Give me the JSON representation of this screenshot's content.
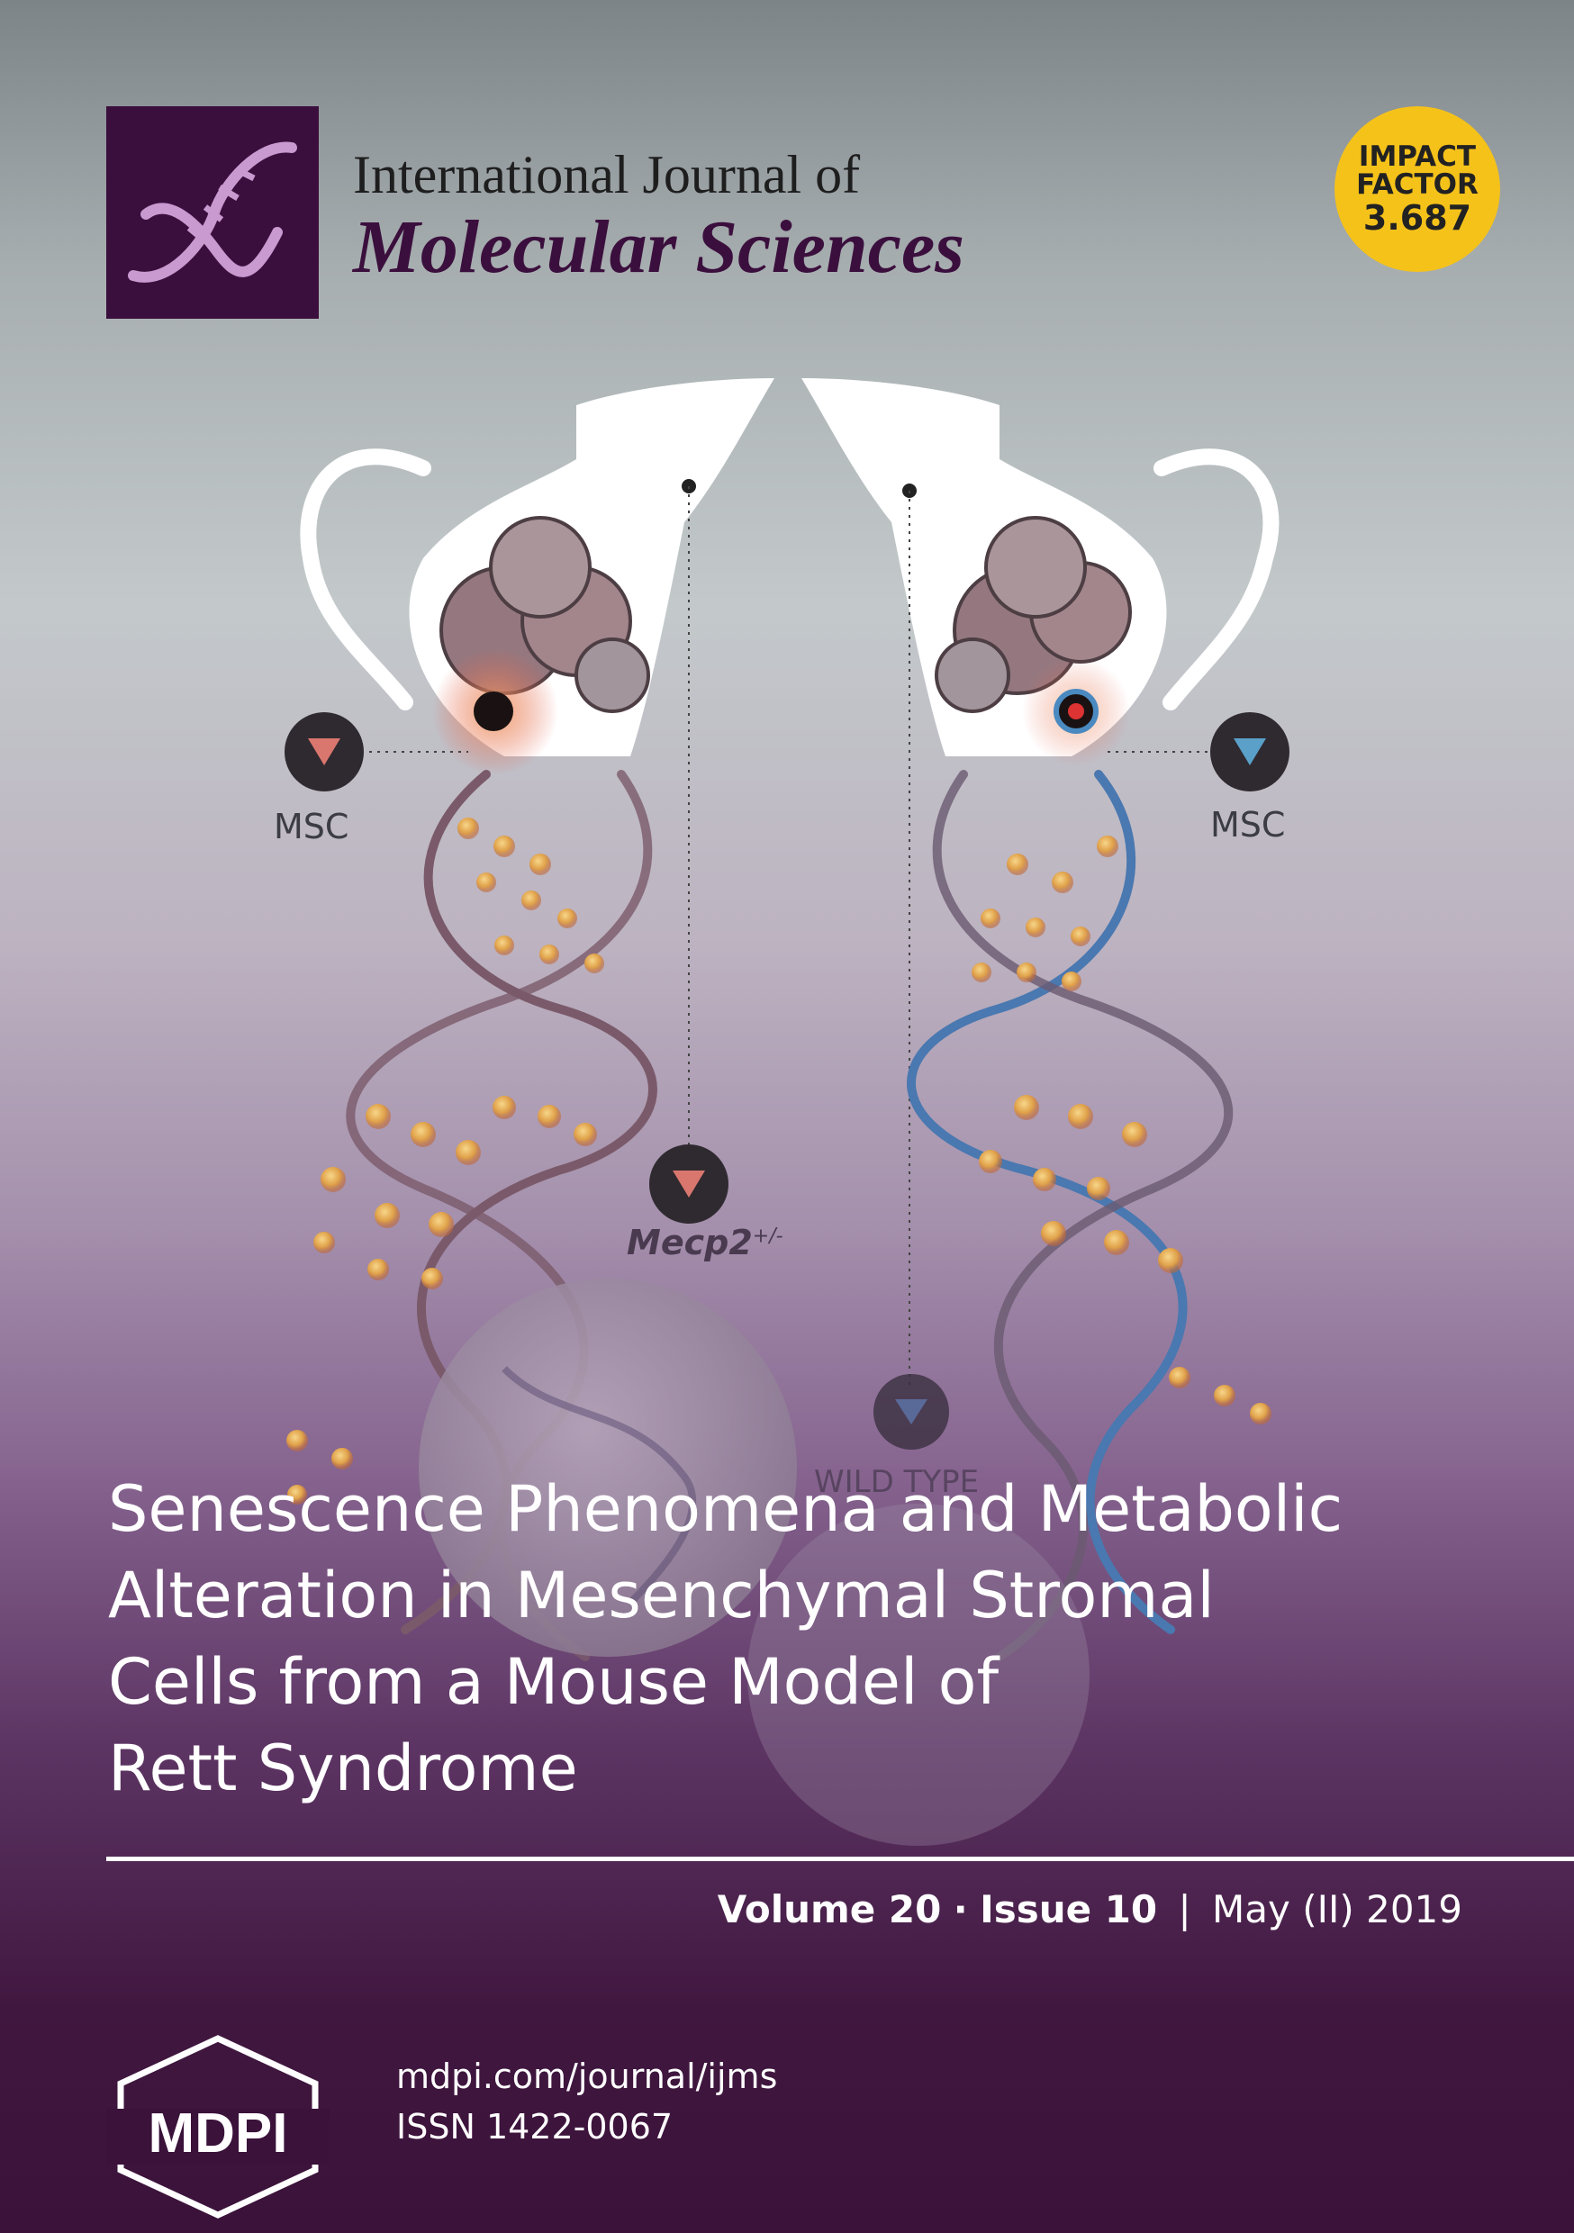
{
  "journal": {
    "name_line1": "International Journal of",
    "name_line2": "Molecular Sciences"
  },
  "impact_factor": {
    "label_line1": "IMPACT",
    "label_line2": "FACTOR",
    "value": "3.687"
  },
  "illustration": {
    "left_label": "MSC",
    "right_label": "MSC",
    "mutant_label": "Mecp2",
    "mutant_superscript": "+/-",
    "wild_type_label": "WILD TYPE",
    "colors": {
      "mutant_marker": "#d9776e",
      "wild_marker": "#5aa0c8",
      "marker_bg": "#2f2a30"
    }
  },
  "article_title": {
    "line1": "Senescence Phenomena and Metabolic",
    "line2": "Alteration in Mesenchymal Stromal",
    "line3": "Cells from a Mouse Model of",
    "line4": "Rett Syndrome"
  },
  "issue_info": {
    "volume": "Volume 20",
    "dot": "·",
    "issue": "Issue 10",
    "separator": "|",
    "date": "May (II) 2019"
  },
  "publisher": {
    "logo_text": "MDPI",
    "url": "mdpi.com/journal/ijms",
    "issn": "ISSN 1422-0067"
  },
  "colors": {
    "brand_purple": "#3b0f3d",
    "impact_yellow": "#f5c21a"
  }
}
